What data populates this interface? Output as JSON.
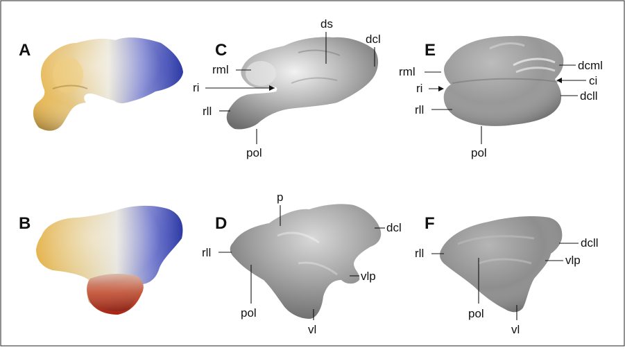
{
  "panels": {
    "A": {
      "letter": "A"
    },
    "B": {
      "letter": "B"
    },
    "C": {
      "letter": "C",
      "labels": {
        "ds": "ds",
        "dcl": "dcl",
        "rml": "rml",
        "ri": "ri",
        "rll": "rll",
        "pol": "pol"
      }
    },
    "D": {
      "letter": "D",
      "labels": {
        "p": "p",
        "dcl": "dcl",
        "rll": "rll",
        "vlp": "vlp",
        "pol": "pol",
        "vl": "vl"
      }
    },
    "E": {
      "letter": "E",
      "labels": {
        "rml": "rml",
        "ri": "ri",
        "rll": "rll",
        "dcml": "dcml",
        "ci": "ci",
        "dcll": "dcll",
        "pol": "pol"
      }
    },
    "F": {
      "letter": "F",
      "labels": {
        "rll": "rll",
        "dcll": "dcll",
        "vlp": "vlp",
        "pol": "pol",
        "vl": "vl"
      }
    }
  },
  "colors": {
    "rostral": "#e3b24a",
    "middle": "#e7e2cf",
    "caudal": "#2b36b0",
    "ventral": "#c2331e",
    "surface": "#9a9a9a"
  }
}
